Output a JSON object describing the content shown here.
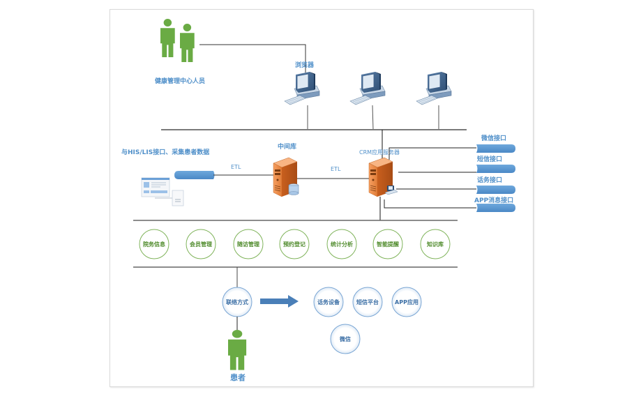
{
  "colors": {
    "label_blue": "#4f8fc9",
    "person_green": "#6aab44",
    "module_green": "#6aab44",
    "contact_blue": "#5b8fc7",
    "server_orange": "#e07b36",
    "interface_bar": "#5b9bd5",
    "arrow_blue": "#4a7fb8"
  },
  "top": {
    "staff_label": "健康管理中心人员",
    "staff_icon": "people-group-icon",
    "browser_label": "浏览器",
    "workstations": [
      "desktop-computer-icon",
      "desktop-computer-icon",
      "desktop-computer-icon"
    ]
  },
  "middle": {
    "his_label": "与HIS/LIS接口、采集患者数据",
    "etl_left": "ETL",
    "etl_right": "ETL",
    "middleware_label": "中间库",
    "crm_label": "CRM应用服务器",
    "interfaces": [
      {
        "label": "微信接口"
      },
      {
        "label": "短信接口"
      },
      {
        "label": "话务接口"
      },
      {
        "label": "APP消息接口"
      }
    ]
  },
  "modules": [
    {
      "label": "院务信息"
    },
    {
      "label": "会员管理"
    },
    {
      "label": "随访管理"
    },
    {
      "label": "预约登记"
    },
    {
      "label": "统计分析"
    },
    {
      "label": "智能提醒"
    },
    {
      "label": "知识库"
    }
  ],
  "bottom": {
    "contact_hub": "联络方式",
    "channels": [
      {
        "label": "话务设备"
      },
      {
        "label": "短信平台"
      },
      {
        "label": "APP应用"
      },
      {
        "label": "微信"
      }
    ],
    "patient_label": "患者"
  }
}
